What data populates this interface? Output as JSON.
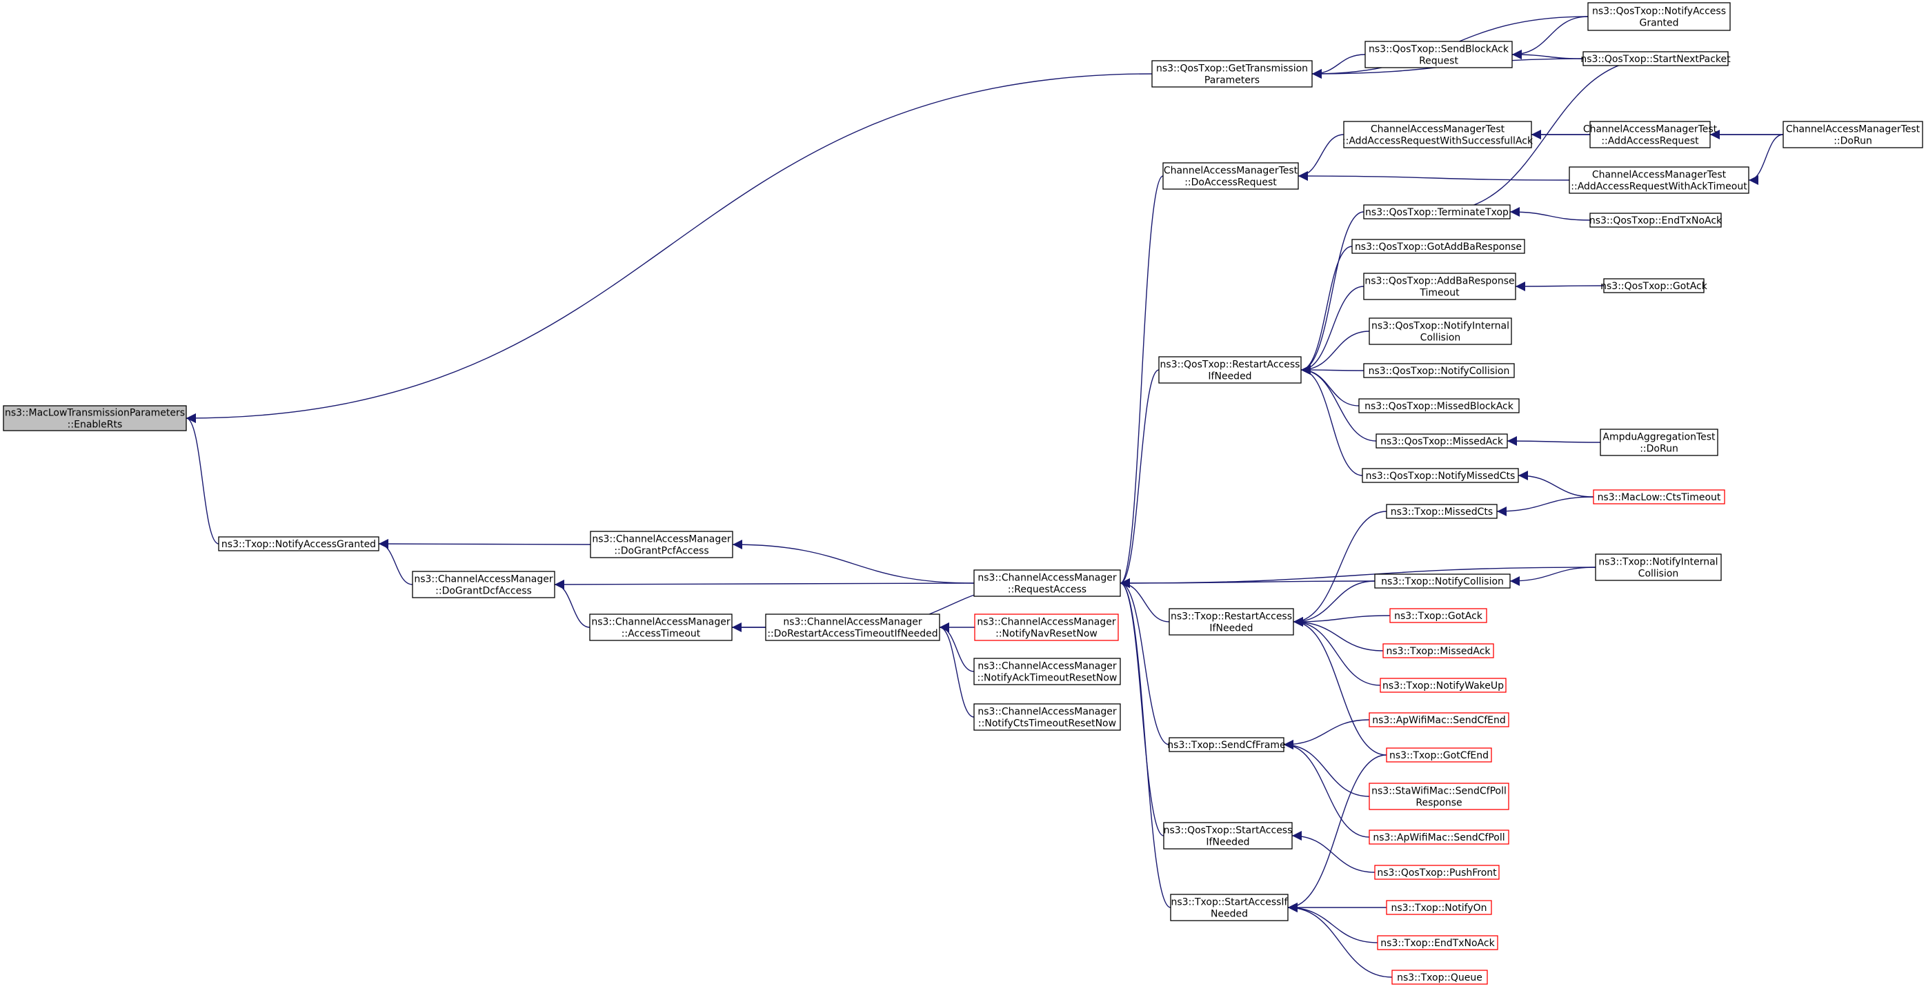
{
  "colors": {
    "edge": "#191970",
    "root_fill": "#bfbfbf",
    "incomplete_border": "#ff0000"
  },
  "nodes": [
    {
      "id": "root",
      "lines": [
        "ns3::MacLowTransmissionParameters",
        "::EnableRts"
      ],
      "style": "root"
    },
    {
      "id": "gettx",
      "lines": [
        "ns3::QosTxop::GetTransmission",
        "Parameters"
      ]
    },
    {
      "id": "notifyaccessgranted_q",
      "lines": [
        "ns3::QosTxop::NotifyAccess",
        "Granted"
      ]
    },
    {
      "id": "sendblockack",
      "lines": [
        "ns3::QosTxop::SendBlockAck",
        "Request"
      ]
    },
    {
      "id": "startnextpacket",
      "lines": [
        "ns3::QosTxop::StartNextPacket"
      ]
    },
    {
      "id": "cam_addsucc",
      "lines": [
        "ChannelAccessManagerTest",
        "::AddAccessRequestWithSuccessfullAck"
      ]
    },
    {
      "id": "cam_addreq",
      "lines": [
        "ChannelAccessManagerTest",
        "::AddAccessRequest"
      ]
    },
    {
      "id": "cam_dorun",
      "lines": [
        "ChannelAccessManagerTest",
        "::DoRun"
      ]
    },
    {
      "id": "cam_doaccess",
      "lines": [
        "ChannelAccessManagerTest",
        "::DoAccessRequest"
      ]
    },
    {
      "id": "cam_addtimeout",
      "lines": [
        "ChannelAccessManagerTest",
        "::AddAccessRequestWithAckTimeout"
      ]
    },
    {
      "id": "terminatetxop",
      "lines": [
        "ns3::QosTxop::TerminateTxop"
      ]
    },
    {
      "id": "endtxnoack_q",
      "lines": [
        "ns3::QosTxop::EndTxNoAck"
      ]
    },
    {
      "id": "gotaddba",
      "lines": [
        "ns3::QosTxop::GotAddBaResponse"
      ]
    },
    {
      "id": "addbatimeout",
      "lines": [
        "ns3::QosTxop::AddBaResponse",
        "Timeout"
      ]
    },
    {
      "id": "gotack_q",
      "lines": [
        "ns3::QosTxop::GotAck"
      ]
    },
    {
      "id": "notifyintcoll_q",
      "lines": [
        "ns3::QosTxop::NotifyInternal",
        "Collision"
      ]
    },
    {
      "id": "restart_q",
      "lines": [
        "ns3::QosTxop::RestartAccess",
        "IfNeeded"
      ]
    },
    {
      "id": "notifycoll_q",
      "lines": [
        "ns3::QosTxop::NotifyCollision"
      ]
    },
    {
      "id": "missedblockack",
      "lines": [
        "ns3::QosTxop::MissedBlockAck"
      ]
    },
    {
      "id": "missedack_q",
      "lines": [
        "ns3::QosTxop::MissedAck"
      ]
    },
    {
      "id": "ampdu_dorun",
      "lines": [
        "AmpduAggregationTest",
        "::DoRun"
      ]
    },
    {
      "id": "notifymissedcts_q",
      "lines": [
        "ns3::QosTxop::NotifyMissedCts"
      ]
    },
    {
      "id": "ctstimeout",
      "lines": [
        "ns3::MacLow::CtsTimeout"
      ],
      "style": "red"
    },
    {
      "id": "missedcts_t",
      "lines": [
        "ns3::Txop::MissedCts"
      ]
    },
    {
      "id": "notifyaccessgranted_t",
      "lines": [
        "ns3::Txop::NotifyAccessGranted"
      ]
    },
    {
      "id": "dograntpcf",
      "lines": [
        "ns3::ChannelAccessManager",
        "::DoGrantPcfAccess"
      ]
    },
    {
      "id": "requestaccess",
      "lines": [
        "ns3::ChannelAccessManager",
        "::RequestAccess"
      ]
    },
    {
      "id": "notifycoll_t",
      "lines": [
        "ns3::Txop::NotifyCollision"
      ]
    },
    {
      "id": "notifyintcoll_t",
      "lines": [
        "ns3::Txop::NotifyInternal",
        "Collision"
      ]
    },
    {
      "id": "dograntdcf",
      "lines": [
        "ns3::ChannelAccessManager",
        "::DoGrantDcfAccess"
      ]
    },
    {
      "id": "restart_t",
      "lines": [
        "ns3::Txop::RestartAccess",
        "IfNeeded"
      ]
    },
    {
      "id": "gotack_t",
      "lines": [
        "ns3::Txop::GotAck"
      ],
      "style": "red"
    },
    {
      "id": "accesstimeout",
      "lines": [
        "ns3::ChannelAccessManager",
        "::AccessTimeout"
      ]
    },
    {
      "id": "dorestart",
      "lines": [
        "ns3::ChannelAccessManager",
        "::DoRestartAccessTimeoutIfNeeded"
      ]
    },
    {
      "id": "notifynavreset",
      "lines": [
        "ns3::ChannelAccessManager",
        "::NotifyNavResetNow"
      ],
      "style": "red"
    },
    {
      "id": "missedack_t",
      "lines": [
        "ns3::Txop::MissedAck"
      ],
      "style": "red"
    },
    {
      "id": "notifyacktimeout",
      "lines": [
        "ns3::ChannelAccessManager",
        "::NotifyAckTimeoutResetNow"
      ]
    },
    {
      "id": "notifywakeup",
      "lines": [
        "ns3::Txop::NotifyWakeUp"
      ],
      "style": "red"
    },
    {
      "id": "notifyctstimeout",
      "lines": [
        "ns3::ChannelAccessManager",
        "::NotifyCtsTimeoutResetNow"
      ]
    },
    {
      "id": "apsendcfend",
      "lines": [
        "ns3::ApWifiMac::SendCfEnd"
      ],
      "style": "red"
    },
    {
      "id": "sendcfframe",
      "lines": [
        "ns3::Txop::SendCfFrame"
      ]
    },
    {
      "id": "gotcfend",
      "lines": [
        "ns3::Txop::GotCfEnd"
      ],
      "style": "red"
    },
    {
      "id": "stasendcfpoll",
      "lines": [
        "ns3::StaWifiMac::SendCfPoll",
        "Response"
      ],
      "style": "red"
    },
    {
      "id": "apsendcfpoll",
      "lines": [
        "ns3::ApWifiMac::SendCfPoll"
      ],
      "style": "red"
    },
    {
      "id": "startaccess_q",
      "lines": [
        "ns3::QosTxop::StartAccess",
        "IfNeeded"
      ]
    },
    {
      "id": "pushfront",
      "lines": [
        "ns3::QosTxop::PushFront"
      ],
      "style": "red"
    },
    {
      "id": "startaccess_t",
      "lines": [
        "ns3::Txop::StartAccessIf",
        "Needed"
      ]
    },
    {
      "id": "notifyon",
      "lines": [
        "ns3::Txop::NotifyOn"
      ],
      "style": "red"
    },
    {
      "id": "endtxnoack_t",
      "lines": [
        "ns3::Txop::EndTxNoAck"
      ],
      "style": "red"
    },
    {
      "id": "queue_t",
      "lines": [
        "ns3::Txop::Queue"
      ],
      "style": "red"
    }
  ],
  "edges": [
    [
      "gettx",
      "root"
    ],
    [
      "notifyaccessgranted_t",
      "root"
    ],
    [
      "notifyaccessgranted_q",
      "gettx"
    ],
    [
      "sendblockack",
      "gettx"
    ],
    [
      "startnextpacket",
      "gettx"
    ],
    [
      "notifyaccessgranted_q",
      "sendblockack"
    ],
    [
      "startnextpacket",
      "sendblockack"
    ],
    [
      "terminatetxop",
      "startnextpacket"
    ],
    [
      "cam_addreq",
      "cam_addsucc"
    ],
    [
      "cam_dorun",
      "cam_addsucc"
    ],
    [
      "cam_dorun",
      "cam_addreq"
    ],
    [
      "cam_addsucc",
      "cam_doaccess"
    ],
    [
      "cam_addtimeout",
      "cam_doaccess"
    ],
    [
      "cam_dorun",
      "cam_addtimeout"
    ],
    [
      "endtxnoack_q",
      "terminatetxop"
    ],
    [
      "gotack_q",
      "addbatimeout"
    ],
    [
      "ampdu_dorun",
      "missedack_q"
    ],
    [
      "ctstimeout",
      "notifymissedcts_q"
    ],
    [
      "ctstimeout",
      "missedcts_t"
    ],
    [
      "terminatetxop",
      "restart_q"
    ],
    [
      "gotaddba",
      "restart_q"
    ],
    [
      "addbatimeout",
      "restart_q"
    ],
    [
      "notifyintcoll_q",
      "restart_q"
    ],
    [
      "notifycoll_q",
      "restart_q"
    ],
    [
      "missedblockack",
      "restart_q"
    ],
    [
      "missedack_q",
      "restart_q"
    ],
    [
      "notifymissedcts_q",
      "restart_q"
    ],
    [
      "cam_doaccess",
      "requestaccess"
    ],
    [
      "restart_q",
      "requestaccess"
    ],
    [
      "restart_t",
      "requestaccess"
    ],
    [
      "sendcfframe",
      "requestaccess"
    ],
    [
      "startaccess_q",
      "requestaccess"
    ],
    [
      "startaccess_t",
      "requestaccess"
    ],
    [
      "dograntpcf",
      "notifyaccessgranted_t"
    ],
    [
      "dograntdcf",
      "notifyaccessgranted_t"
    ],
    [
      "requestaccess",
      "dograntpcf"
    ],
    [
      "requestaccess",
      "dograntdcf"
    ],
    [
      "notifyintcoll_t",
      "requestaccess"
    ],
    [
      "notifycoll_t",
      "requestaccess"
    ],
    [
      "notifyintcoll_t",
      "notifycoll_t"
    ],
    [
      "accesstimeout",
      "dograntdcf"
    ],
    [
      "dorestart",
      "requestaccess"
    ],
    [
      "dorestart",
      "accesstimeout"
    ],
    [
      "accesstimeout",
      "dorestart"
    ],
    [
      "notifynavreset",
      "dorestart"
    ],
    [
      "notifyacktimeout",
      "dorestart"
    ],
    [
      "notifyctstimeout",
      "dorestart"
    ],
    [
      "missedcts_t",
      "restart_t"
    ],
    [
      "notifycoll_t",
      "restart_t"
    ],
    [
      "gotack_t",
      "restart_t"
    ],
    [
      "missedack_t",
      "restart_t"
    ],
    [
      "notifywakeup",
      "restart_t"
    ],
    [
      "gotcfend",
      "restart_t"
    ],
    [
      "apsendcfend",
      "sendcfframe"
    ],
    [
      "stasendcfpoll",
      "sendcfframe"
    ],
    [
      "apsendcfpoll",
      "sendcfframe"
    ],
    [
      "pushfront",
      "startaccess_q"
    ],
    [
      "gotcfend",
      "startaccess_t"
    ],
    [
      "notifyon",
      "startaccess_t"
    ],
    [
      "endtxnoack_t",
      "startaccess_t"
    ],
    [
      "queue_t",
      "startaccess_t"
    ]
  ]
}
